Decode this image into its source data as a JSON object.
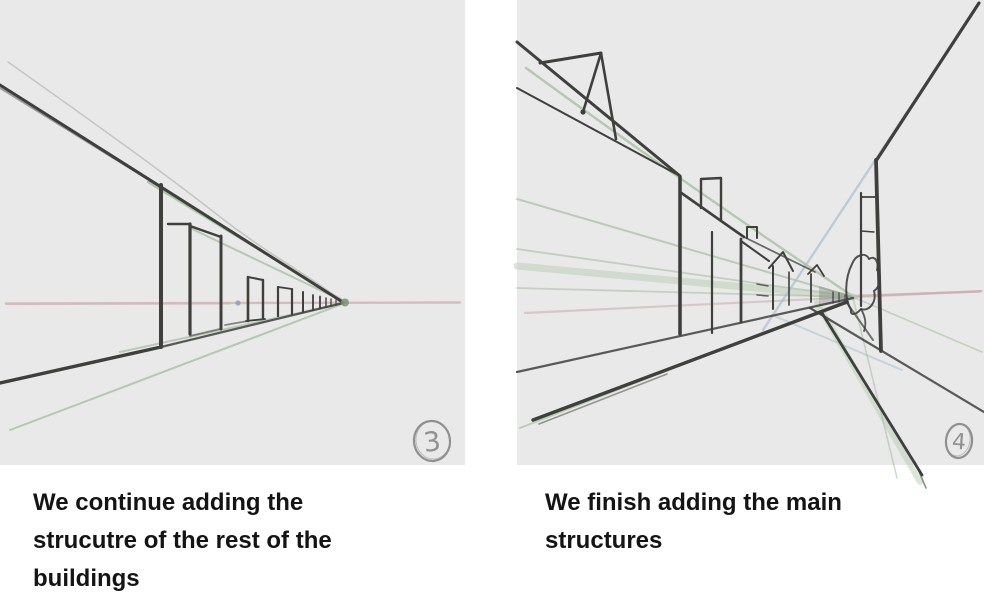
{
  "colors": {
    "page_bg": "#ffffff",
    "panel_bg": "#e9e9e9",
    "sketch": "#3f3f3d",
    "sketch_light": "#c6c6c3",
    "guide_green": "#9fb89a",
    "guide_green_soft": "#b8cbb2",
    "horizon_pink": "#c9abad",
    "guide_blue": "#a7bcc9",
    "number_gray": "#909090",
    "caption_color": "#141414"
  },
  "panels": [
    {
      "id": "left",
      "step_number": "3",
      "drawing_description": "one-point perspective pencil sketch: row of building outlines on the left converging to a vanishing point on a pink horizon line with green guide lines",
      "caption_lines": [
        "We continue adding the",
        "strucutre of the rest of the",
        "buildings"
      ]
    },
    {
      "id": "right",
      "step_number": "4",
      "drawing_description": "one-point perspective pencil sketch: street with gabled buildings on the left, tall building on the right, tree near the vanishing point, green, pink and blue guide lines",
      "caption_lines": [
        "We finish adding the main",
        "structures"
      ]
    }
  ]
}
